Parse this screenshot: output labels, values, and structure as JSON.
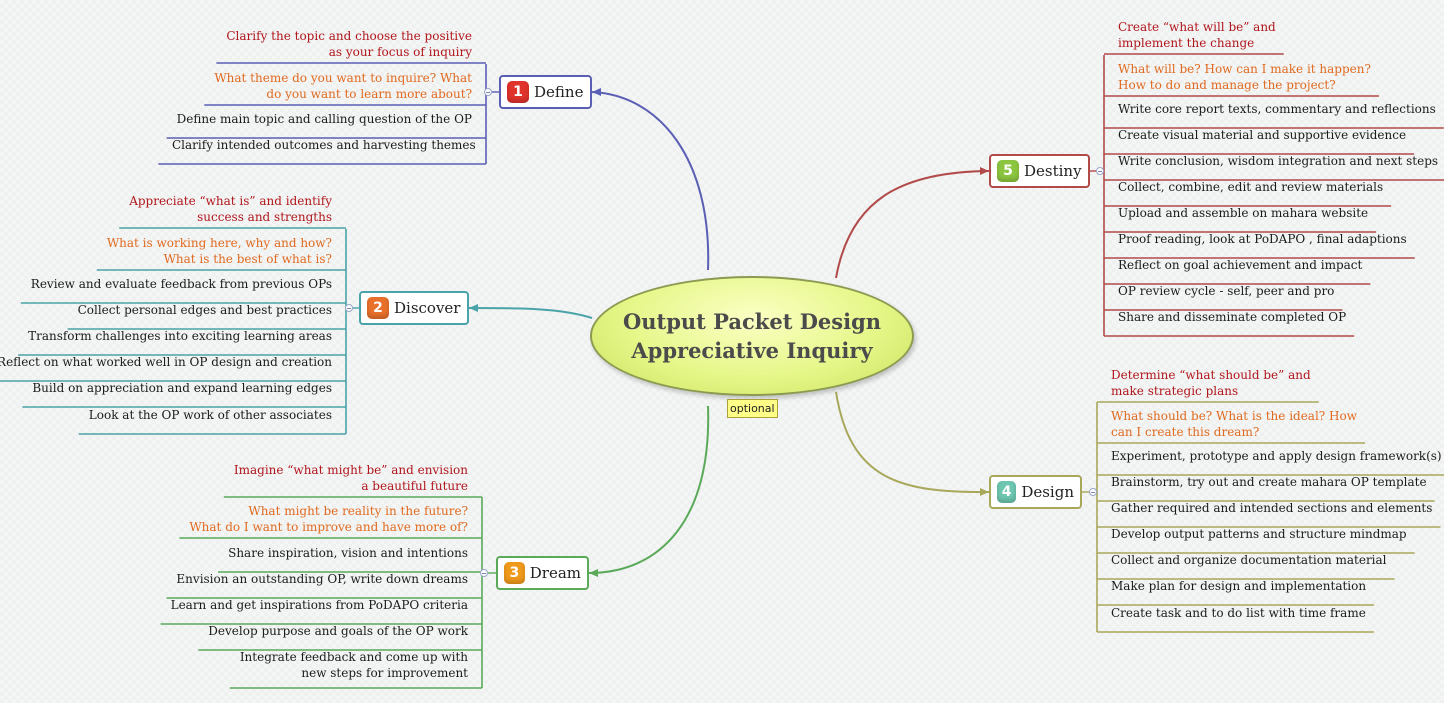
{
  "central": {
    "line1": "Output Packet Design",
    "line2": "Appreciative Inquiry",
    "tag": "optional"
  },
  "branches": [
    {
      "key": "define",
      "number": "1",
      "label": "Define",
      "color": "#5b5fb4",
      "badge_color": "#e0332c",
      "side": "left",
      "goal": [
        "Clarify the topic and choose the positive",
        "as your focus of inquiry"
      ],
      "question": [
        "What theme do you want to inquire? What",
        "do you want to learn more about?"
      ],
      "items": [
        [
          "Define main topic and calling question of the OP"
        ],
        [
          "Clarify intended outcomes and harvesting themes"
        ]
      ]
    },
    {
      "key": "discover",
      "number": "2",
      "label": "Discover",
      "color": "#4aa3a8",
      "badge_color": "#e8702a",
      "side": "left",
      "goal": [
        "Appreciate “what is” and identify",
        "success and strengths"
      ],
      "question": [
        "What is working here, why and how?",
        "What is the best of what is?"
      ],
      "items": [
        [
          "Review and evaluate feedback from previous OPs"
        ],
        [
          "Collect personal edges and best practices"
        ],
        [
          "Transform challenges into exciting learning areas"
        ],
        [
          "Reflect on what worked well in OP design and creation"
        ],
        [
          "Build on appreciation and expand learning edges"
        ],
        [
          "Look at the OP work of other associates"
        ]
      ]
    },
    {
      "key": "dream",
      "number": "3",
      "label": "Dream",
      "color": "#5aaa5a",
      "badge_color": "#f09a1c",
      "side": "left",
      "goal": [
        "Imagine “what might be” and envision",
        "a beautiful future"
      ],
      "question": [
        "What might be reality in the future?",
        "What do I want to improve and have more of?"
      ],
      "items": [
        [
          "Share inspiration, vision and intentions"
        ],
        [
          "Envision an outstanding OP, write down dreams"
        ],
        [
          "Learn and get inspirations from PoDAPO criteria"
        ],
        [
          "Develop purpose and goals of the OP work"
        ],
        [
          "Integrate feedback and come up with",
          "new steps for improvement"
        ]
      ]
    },
    {
      "key": "design",
      "number": "4",
      "label": "Design",
      "color": "#a8a85a",
      "badge_color": "#6dc7b0",
      "side": "right",
      "goal": [
        "Determine “what should be” and",
        "make strategic plans"
      ],
      "question": [
        "What should be? What is the ideal? How",
        "can I create this dream?"
      ],
      "items": [
        [
          "Experiment, prototype and apply design framework(s)"
        ],
        [
          "Brainstorm, try out and create mahara OP template"
        ],
        [
          "Gather required and intended sections and elements"
        ],
        [
          "Develop output patterns and structure mindmap"
        ],
        [
          "Collect and organize documentation material"
        ],
        [
          "Make plan for design and implementation"
        ],
        [
          "Create task and to do list with time frame"
        ]
      ]
    },
    {
      "key": "destiny",
      "number": "5",
      "label": "Destiny",
      "color": "#b24a4a",
      "badge_color": "#8cc63f",
      "side": "right",
      "goal": [
        "Create “what will be” and",
        "implement the change"
      ],
      "question": [
        "What will be? How can I make it happen?",
        "How to do and manage the project?"
      ],
      "items": [
        [
          "Write core report texts, commentary and reflections"
        ],
        [
          "Create visual material and supportive evidence"
        ],
        [
          "Write conclusion, wisdom integration and next steps"
        ],
        [
          "Collect, combine, edit and review materials"
        ],
        [
          "Upload and assemble on mahara website"
        ],
        [
          "Proof reading, look at PoDAPO , final adaptions"
        ],
        [
          "Reflect on goal achievement and impact"
        ],
        [
          "OP review cycle - self, peer and pro"
        ],
        [
          "Share and disseminate completed OP"
        ]
      ]
    }
  ]
}
